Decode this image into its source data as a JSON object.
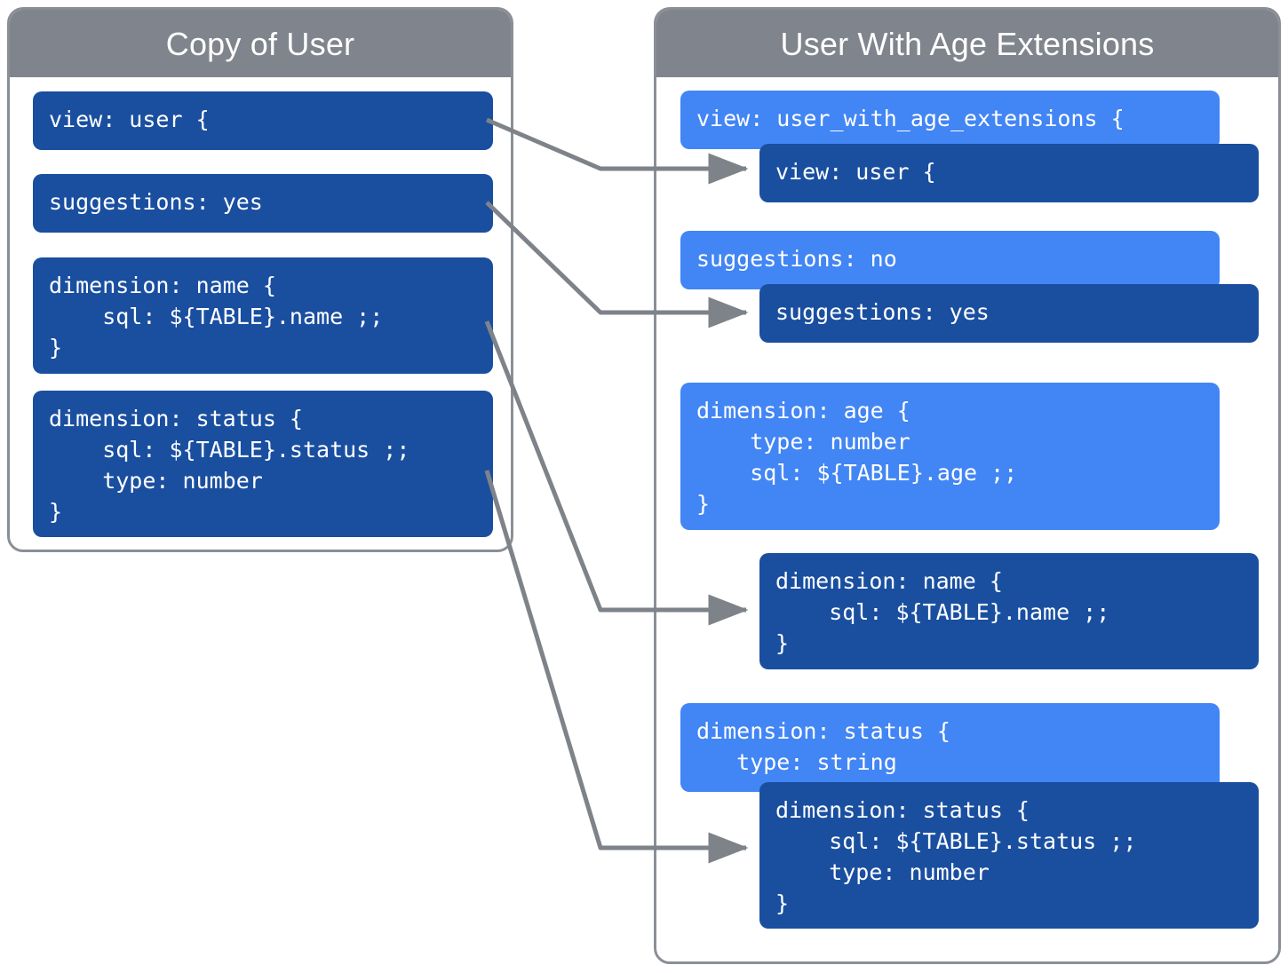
{
  "left_panel": {
    "title": "Copy of User",
    "blocks": [
      {
        "id": "left-view",
        "text": "view: user {"
      },
      {
        "id": "left-suggestions",
        "text": "suggestions: yes"
      },
      {
        "id": "left-dimension-name",
        "text": "dimension: name {\n    sql: ${TABLE}.name ;;\n}"
      },
      {
        "id": "left-dimension-status",
        "text": "dimension: status {\n    sql: ${TABLE}.status ;;\n    type: number\n}"
      }
    ]
  },
  "right_panel": {
    "title": "User With Age Extensions",
    "blocks": [
      {
        "id": "right-view-extension",
        "variant": "light",
        "text": "view: user_with_age_extensions {"
      },
      {
        "id": "right-view-user",
        "variant": "dark",
        "text": "view: user {"
      },
      {
        "id": "right-suggestions-no",
        "variant": "light",
        "text": "suggestions: no"
      },
      {
        "id": "right-suggestions-yes",
        "variant": "dark",
        "text": "suggestions: yes"
      },
      {
        "id": "right-dimension-age",
        "variant": "light",
        "text": "dimension: age {\n    type: number\n    sql: ${TABLE}.age ;;\n}"
      },
      {
        "id": "right-dimension-name",
        "variant": "dark",
        "text": "dimension: name {\n    sql: ${TABLE}.name ;;\n}"
      },
      {
        "id": "right-dimension-status-string",
        "variant": "light",
        "text": "dimension: status {\n   type: string"
      },
      {
        "id": "right-dimension-status-number",
        "variant": "dark",
        "text": "dimension: status {\n    sql: ${TABLE}.status ;;\n    type: number\n}"
      }
    ]
  },
  "connectors": [
    {
      "id": "connector-view",
      "from": "left-view",
      "to": "right-view-user"
    },
    {
      "id": "connector-suggestions",
      "from": "left-suggestions",
      "to": "right-suggestions-yes"
    },
    {
      "id": "connector-dimension-name",
      "from": "left-dimension-name",
      "to": "right-dimension-name"
    },
    {
      "id": "connector-dimension-status",
      "from": "left-dimension-status",
      "to": "right-dimension-status-number"
    }
  ],
  "colors": {
    "panel_border": "#8a8f96",
    "panel_header": "#80848c",
    "block_dark": "#1a4fa0",
    "block_light": "#4285f4",
    "connector": "#7e838a",
    "background": "#ffffff"
  }
}
